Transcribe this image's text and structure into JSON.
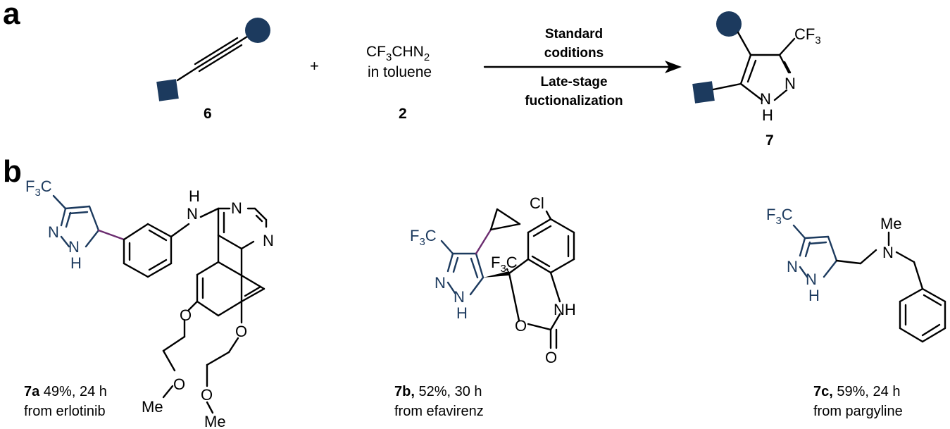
{
  "panels": {
    "a": "a",
    "b": "b"
  },
  "reaction": {
    "reactant_label": "6",
    "plus": "+",
    "reagent_formula": "CF3CHN2",
    "reagent_solvent": "in toluene",
    "reagent_label": "2",
    "condition_line1": "Standard",
    "condition_line2": "coditions",
    "condition_line3": "Late-stage",
    "condition_line4": "fuctionalization",
    "product_label": "7"
  },
  "products": [
    {
      "id": "7a",
      "yield_text": " 49%, 24 h",
      "source": "from erlotinib"
    },
    {
      "id": "7b,",
      "yield_text": " 52%, 30 h",
      "source": "from efavirenz"
    },
    {
      "id": "7c,",
      "yield_text": " 59%, 24 h",
      "source": "from pargyline"
    }
  ],
  "colors": {
    "navy": "#1c3a5e",
    "purple": "#6b2c6f",
    "black": "#000000"
  },
  "atoms": {
    "cf3": "CF",
    "cf3_sub": "3",
    "f3c_f": "F",
    "f3c_sub": "3",
    "f3c_c": "C",
    "n": "N",
    "nh": "NH",
    "h": "H",
    "o": "O",
    "cl": "Cl",
    "me": "Me"
  }
}
